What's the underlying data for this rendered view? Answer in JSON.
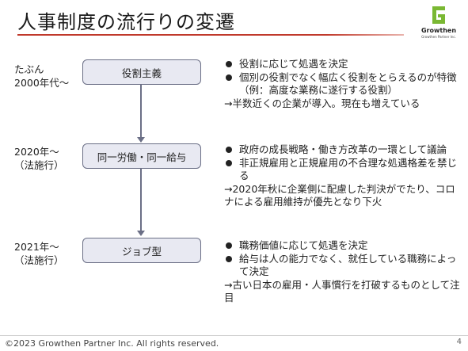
{
  "title": "人事制度の流行りの変遷",
  "logo": {
    "name": "Growthen",
    "sub": "Growthen Partner Inc."
  },
  "timeline": [
    {
      "era_lines": [
        "たぶん",
        "2000年代〜"
      ],
      "label": "役割主義",
      "bullets": [
        "役割に応じて処遇を決定",
        "個別の役割でなく幅広く役割をとらえるのが特徴（例：高度な業務に遂行する役割）"
      ],
      "note": "→半数近くの企業が導入。現在も増えている"
    },
    {
      "era_lines": [
        "2020年〜",
        "（法施行）"
      ],
      "label": "同一労働・同一給与",
      "bullets": [
        "政府の成長戦略・働き方改革の一環として議論",
        "非正規雇用と正規雇用の不合理な処遇格差を禁じる"
      ],
      "note": "→2020年秋に企業側に配慮した判決がでたり、コロナによる雇用維持が優先となり下火"
    },
    {
      "era_lines": [
        "2021年〜",
        "（法施行）"
      ],
      "label": "ジョブ型",
      "bullets": [
        "職務価値に応じて処遇を決定",
        "給与は人の能力でなく、就任している職務によって決定"
      ],
      "note": "→古い日本の雇用・人事慣行を打破するものとして注目"
    }
  ],
  "footer": {
    "copyright": "©2023  Growthen Partner Inc. All rights reserved.",
    "page_number": "4"
  }
}
